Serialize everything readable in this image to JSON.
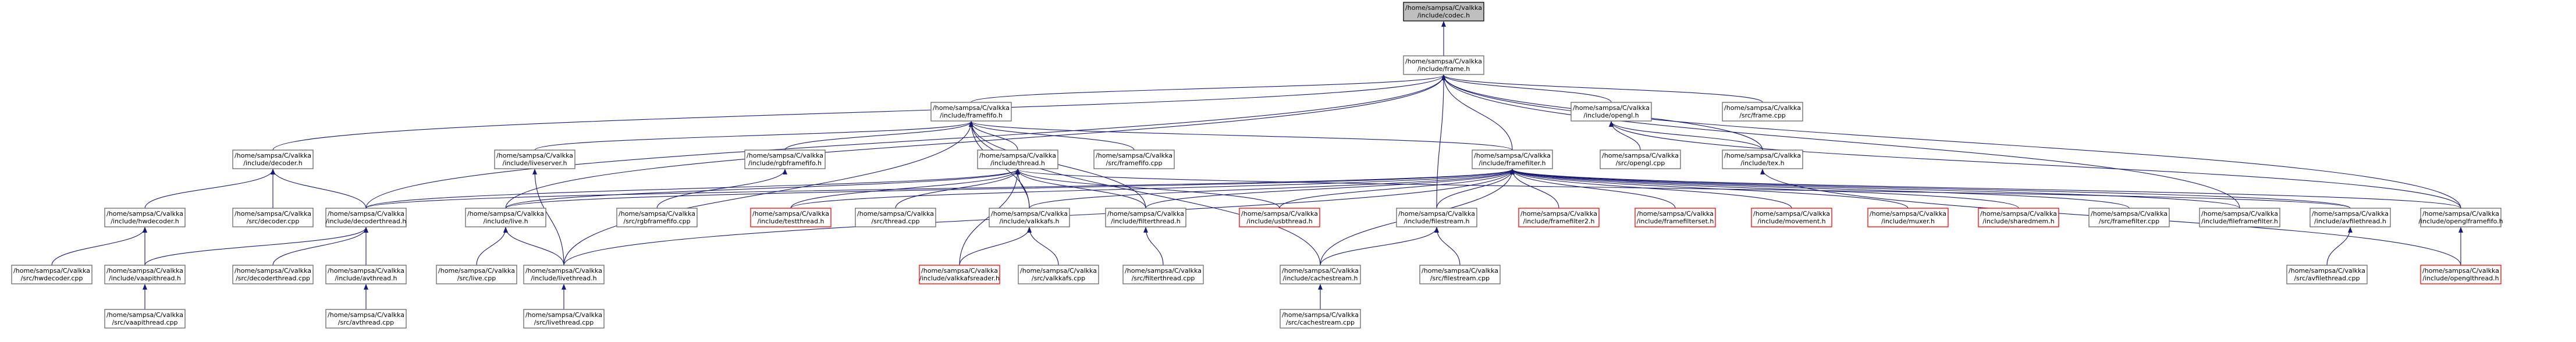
{
  "graph": {
    "nodes": [
      {
        "id": "codec_h",
        "line1": "/home/sampsa/C/valkka",
        "line2": "/include/codec.h",
        "style": "root"
      },
      {
        "id": "frame_h",
        "line1": "/home/sampsa/C/valkka",
        "line2": "/include/frame.h",
        "style": "normal"
      },
      {
        "id": "framefifo_h",
        "line1": "/home/sampsa/C/valkka",
        "line2": "/include/framefifo.h",
        "style": "normal"
      },
      {
        "id": "opengl_h",
        "line1": "/home/sampsa/C/valkka",
        "line2": "/include/opengl.h",
        "style": "normal"
      },
      {
        "id": "frame_cpp",
        "line1": "/home/sampsa/C/valkka",
        "line2": "/src/frame.cpp",
        "style": "normal"
      },
      {
        "id": "decoder_h",
        "line1": "/home/sampsa/C/valkka",
        "line2": "/include/decoder.h",
        "style": "normal"
      },
      {
        "id": "liveserver_h",
        "line1": "/home/sampsa/C/valkka",
        "line2": "/include/liveserver.h",
        "style": "normal"
      },
      {
        "id": "rgbframefifo_h",
        "line1": "/home/sampsa/C/valkka",
        "line2": "/include/rgbframefifo.h",
        "style": "normal"
      },
      {
        "id": "thread_h",
        "line1": "/home/sampsa/C/valkka",
        "line2": "/include/thread.h",
        "style": "normal"
      },
      {
        "id": "framefifo_cpp",
        "line1": "/home/sampsa/C/valkka",
        "line2": "/src/framefifo.cpp",
        "style": "normal"
      },
      {
        "id": "framefilter_h",
        "line1": "/home/sampsa/C/valkka",
        "line2": "/include/framefilter.h",
        "style": "normal"
      },
      {
        "id": "opengl_cpp",
        "line1": "/home/sampsa/C/valkka",
        "line2": "/src/opengl.cpp",
        "style": "normal"
      },
      {
        "id": "tex_h",
        "line1": "/home/sampsa/C/valkka",
        "line2": "/include/tex.h",
        "style": "normal"
      },
      {
        "id": "hwdecoder_h",
        "line1": "/home/sampsa/C/valkka",
        "line2": "/include/hwdecoder.h",
        "style": "normal"
      },
      {
        "id": "decoder_cpp",
        "line1": "/home/sampsa/C/valkka",
        "line2": "/src/decoder.cpp",
        "style": "normal"
      },
      {
        "id": "decoderthread_h",
        "line1": "/home/sampsa/C/valkka",
        "line2": "/include/decoderthread.h",
        "style": "normal"
      },
      {
        "id": "live_h",
        "line1": "/home/sampsa/C/valkka",
        "line2": "/include/live.h",
        "style": "normal"
      },
      {
        "id": "rgbframefifo_cpp",
        "line1": "/home/sampsa/C/valkka",
        "line2": "/src/rgbframefifo.cpp",
        "style": "normal"
      },
      {
        "id": "testthread_h",
        "line1": "/home/sampsa/C/valkka",
        "line2": "/include/testthread.h",
        "style": "red"
      },
      {
        "id": "thread_cpp",
        "line1": "/home/sampsa/C/valkka",
        "line2": "/src/thread.cpp",
        "style": "normal"
      },
      {
        "id": "valkkafs_h",
        "line1": "/home/sampsa/C/valkka",
        "line2": "/include/valkkafs.h",
        "style": "normal"
      },
      {
        "id": "filterthread_h",
        "line1": "/home/sampsa/C/valkka",
        "line2": "/include/filterthread.h",
        "style": "normal"
      },
      {
        "id": "usbthread_h",
        "line1": "/home/sampsa/C/valkka",
        "line2": "/include/usbthread.h",
        "style": "red"
      },
      {
        "id": "filestream_h",
        "line1": "/home/sampsa/C/valkka",
        "line2": "/include/filestream.h",
        "style": "normal"
      },
      {
        "id": "framefilter2_h",
        "line1": "/home/sampsa/C/valkka",
        "line2": "/include/framefilter2.h",
        "style": "red"
      },
      {
        "id": "framefilterset_h",
        "line1": "/home/sampsa/C/valkka",
        "line2": "/include/framefilterset.h",
        "style": "red"
      },
      {
        "id": "movement_h",
        "line1": "/home/sampsa/C/valkka",
        "line2": "/include/movement.h",
        "style": "red"
      },
      {
        "id": "muxer_h",
        "line1": "/home/sampsa/C/valkka",
        "line2": "/include/muxer.h",
        "style": "red"
      },
      {
        "id": "sharedmem_h",
        "line1": "/home/sampsa/C/valkka",
        "line2": "/include/sharedmem.h",
        "style": "red"
      },
      {
        "id": "framefilter_cpp",
        "line1": "/home/sampsa/C/valkka",
        "line2": "/src/framefilter.cpp",
        "style": "normal"
      },
      {
        "id": "fileframefilter_h",
        "line1": "/home/sampsa/C/valkka",
        "line2": "/include/fileframefilter.h",
        "style": "normal"
      },
      {
        "id": "avfilethread_h",
        "line1": "/home/sampsa/C/valkka",
        "line2": "/include/avfilethread.h",
        "style": "normal"
      },
      {
        "id": "openglframefifo_h",
        "line1": "/home/sampsa/C/valkka",
        "line2": "/include/openglframefifo.h",
        "style": "normal"
      },
      {
        "id": "hwdecoder_cpp",
        "line1": "/home/sampsa/C/valkka",
        "line2": "/src/hwdecoder.cpp",
        "style": "normal"
      },
      {
        "id": "vaapithread_h",
        "line1": "/home/sampsa/C/valkka",
        "line2": "/include/vaapithread.h",
        "style": "normal"
      },
      {
        "id": "decoderthread_cpp",
        "line1": "/home/sampsa/C/valkka",
        "line2": "/src/decoderthread.cpp",
        "style": "normal"
      },
      {
        "id": "avthread_h",
        "line1": "/home/sampsa/C/valkka",
        "line2": "/include/avthread.h",
        "style": "normal"
      },
      {
        "id": "live_cpp",
        "line1": "/home/sampsa/C/valkka",
        "line2": "/src/live.cpp",
        "style": "normal"
      },
      {
        "id": "livethread_h",
        "line1": "/home/sampsa/C/valkka",
        "line2": "/include/livethread.h",
        "style": "normal"
      },
      {
        "id": "valkkafsreader_h",
        "line1": "/home/sampsa/C/valkka",
        "line2": "/include/valkkafsreader.h",
        "style": "red"
      },
      {
        "id": "valkkafs_cpp",
        "line1": "/home/sampsa/C/valkka",
        "line2": "/src/valkkafs.cpp",
        "style": "normal"
      },
      {
        "id": "filterthread_cpp",
        "line1": "/home/sampsa/C/valkka",
        "line2": "/src/filterthread.cpp",
        "style": "normal"
      },
      {
        "id": "cachestream_h",
        "line1": "/home/sampsa/C/valkka",
        "line2": "/include/cachestream.h",
        "style": "normal"
      },
      {
        "id": "filestream_cpp",
        "line1": "/home/sampsa/C/valkka",
        "line2": "/src/filestream.cpp",
        "style": "normal"
      },
      {
        "id": "avfilethread_cpp",
        "line1": "/home/sampsa/C/valkka",
        "line2": "/src/avfilethread.cpp",
        "style": "normal"
      },
      {
        "id": "openglthread_h",
        "line1": "/home/sampsa/C/valkka",
        "line2": "/include/openglthread.h",
        "style": "red"
      },
      {
        "id": "vaapithread_cpp",
        "line1": "/home/sampsa/C/valkka",
        "line2": "/src/vaapithread.cpp",
        "style": "normal"
      },
      {
        "id": "avthread_cpp",
        "line1": "/home/sampsa/C/valkka",
        "line2": "/src/avthread.cpp",
        "style": "normal"
      },
      {
        "id": "livethread_cpp",
        "line1": "/home/sampsa/C/valkka",
        "line2": "/src/livethread.cpp",
        "style": "normal"
      },
      {
        "id": "cachestream_cpp",
        "line1": "/home/sampsa/C/valkka",
        "line2": "/src/cachestream.cpp",
        "style": "normal"
      }
    ],
    "edges": [
      [
        "frame_h",
        "codec_h"
      ],
      [
        "framefifo_h",
        "frame_h"
      ],
      [
        "opengl_h",
        "frame_h"
      ],
      [
        "frame_cpp",
        "frame_h"
      ],
      [
        "decoder_h",
        "frame_h"
      ],
      [
        "framefilter_h",
        "frame_h"
      ],
      [
        "tex_h",
        "frame_h"
      ],
      [
        "decoderthread_h",
        "frame_h"
      ],
      [
        "live_h",
        "frame_h"
      ],
      [
        "filestream_h",
        "frame_h"
      ],
      [
        "fileframefilter_h",
        "frame_h"
      ],
      [
        "openglframefifo_h",
        "frame_h"
      ],
      [
        "liveserver_h",
        "framefifo_h"
      ],
      [
        "rgbframefifo_h",
        "framefifo_h"
      ],
      [
        "thread_h",
        "framefifo_h"
      ],
      [
        "framefifo_cpp",
        "framefifo_h"
      ],
      [
        "framefilter_h",
        "framefifo_h"
      ],
      [
        "filterthread_h",
        "framefifo_h"
      ],
      [
        "livethread_h",
        "framefifo_h"
      ],
      [
        "valkkafs_h",
        "framefifo_h"
      ],
      [
        "cachestream_h",
        "framefifo_h"
      ],
      [
        "opengl_cpp",
        "opengl_h"
      ],
      [
        "tex_h",
        "opengl_h"
      ],
      [
        "openglframefifo_h",
        "opengl_h"
      ],
      [
        "hwdecoder_h",
        "decoder_h"
      ],
      [
        "decoder_cpp",
        "decoder_h"
      ],
      [
        "decoderthread_h",
        "decoder_h"
      ],
      [
        "livethread_h",
        "liveserver_h"
      ],
      [
        "rgbframefifo_cpp",
        "rgbframefifo_h"
      ],
      [
        "decoderthread_h",
        "thread_h"
      ],
      [
        "live_h",
        "thread_h"
      ],
      [
        "testthread_h",
        "thread_h"
      ],
      [
        "thread_cpp",
        "thread_h"
      ],
      [
        "valkkafs_h",
        "thread_h"
      ],
      [
        "filterthread_h",
        "thread_h"
      ],
      [
        "usbthread_h",
        "thread_h"
      ],
      [
        "avfilethread_h",
        "thread_h"
      ],
      [
        "valkkafsreader_h",
        "thread_h"
      ],
      [
        "decoderthread_h",
        "framefilter_h"
      ],
      [
        "live_h",
        "framefilter_h"
      ],
      [
        "valkkafs_h",
        "framefilter_h"
      ],
      [
        "filterthread_h",
        "framefilter_h"
      ],
      [
        "usbthread_h",
        "framefilter_h"
      ],
      [
        "filestream_h",
        "framefilter_h"
      ],
      [
        "framefilter2_h",
        "framefilter_h"
      ],
      [
        "framefilterset_h",
        "framefilter_h"
      ],
      [
        "movement_h",
        "framefilter_h"
      ],
      [
        "muxer_h",
        "framefilter_h"
      ],
      [
        "sharedmem_h",
        "framefilter_h"
      ],
      [
        "framefilter_cpp",
        "framefilter_h"
      ],
      [
        "fileframefilter_h",
        "framefilter_h"
      ],
      [
        "avfilethread_h",
        "framefilter_h"
      ],
      [
        "openglframefifo_h",
        "framefilter_h"
      ],
      [
        "testthread_h",
        "framefilter_h"
      ],
      [
        "livethread_h",
        "framefilter_h"
      ],
      [
        "cachestream_h",
        "framefilter_h"
      ],
      [
        "openglthread_h",
        "tex_h"
      ],
      [
        "hwdecoder_cpp",
        "hwdecoder_h"
      ],
      [
        "vaapithread_h",
        "hwdecoder_h"
      ],
      [
        "vaapithread_h",
        "decoderthread_h"
      ],
      [
        "decoderthread_cpp",
        "decoderthread_h"
      ],
      [
        "avthread_h",
        "decoderthread_h"
      ],
      [
        "live_cpp",
        "live_h"
      ],
      [
        "livethread_h",
        "live_h"
      ],
      [
        "valkkafsreader_h",
        "valkkafs_h"
      ],
      [
        "valkkafs_cpp",
        "valkkafs_h"
      ],
      [
        "filterthread_cpp",
        "filterthread_h"
      ],
      [
        "cachestream_h",
        "filestream_h"
      ],
      [
        "filestream_cpp",
        "filestream_h"
      ],
      [
        "avfilethread_cpp",
        "avfilethread_h"
      ],
      [
        "openglthread_h",
        "openglframefifo_h"
      ],
      [
        "vaapithread_cpp",
        "vaapithread_h"
      ],
      [
        "avthread_cpp",
        "avthread_h"
      ],
      [
        "livethread_cpp",
        "livethread_h"
      ],
      [
        "cachestream_cpp",
        "cachestream_h"
      ]
    ]
  }
}
